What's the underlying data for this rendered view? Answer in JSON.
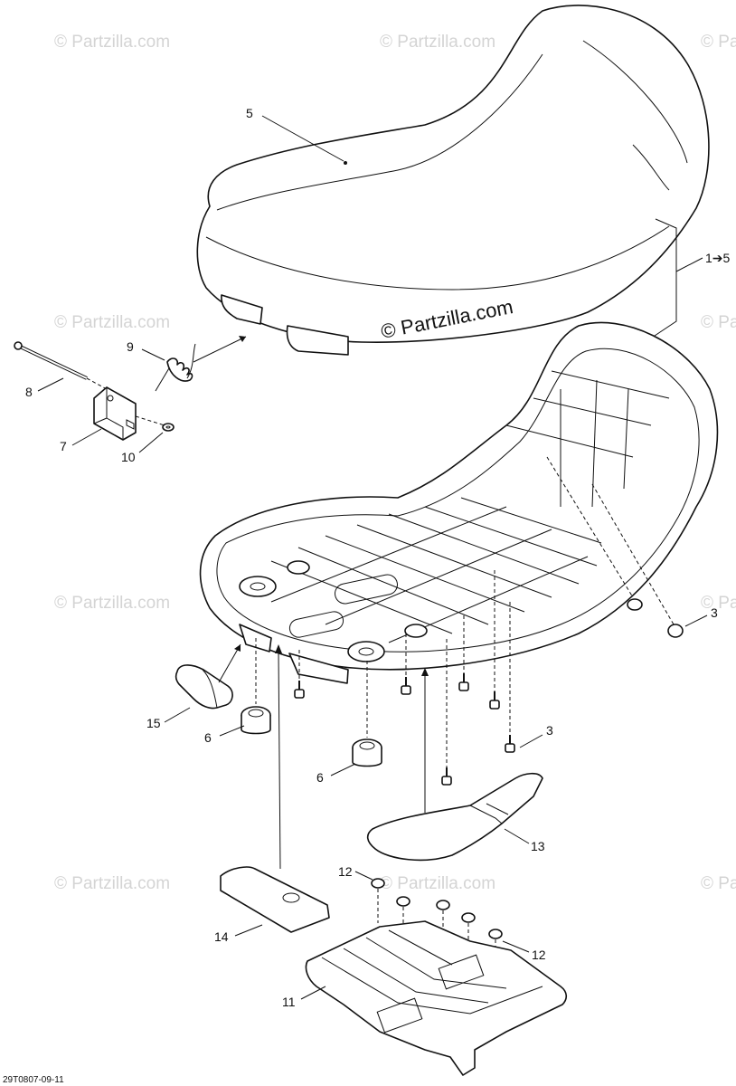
{
  "watermark": {
    "text": "© Partzilla.com",
    "main_text": "© Partzilla.com"
  },
  "drawing_code": "29T0807-09-11",
  "callouts": {
    "c5": "5",
    "c1_5": "1➔5",
    "c9": "9",
    "c8": "8",
    "c7": "7",
    "c10": "10",
    "c3a": "3",
    "c3b": "3",
    "c15": "15",
    "c6a": "6",
    "c6b": "6",
    "c13": "13",
    "c12a": "12",
    "c12b": "12",
    "c14": "14",
    "c11": "11"
  },
  "colors": {
    "line": "#111111",
    "watermark": "#d4d4d4",
    "background": "#ffffff"
  }
}
